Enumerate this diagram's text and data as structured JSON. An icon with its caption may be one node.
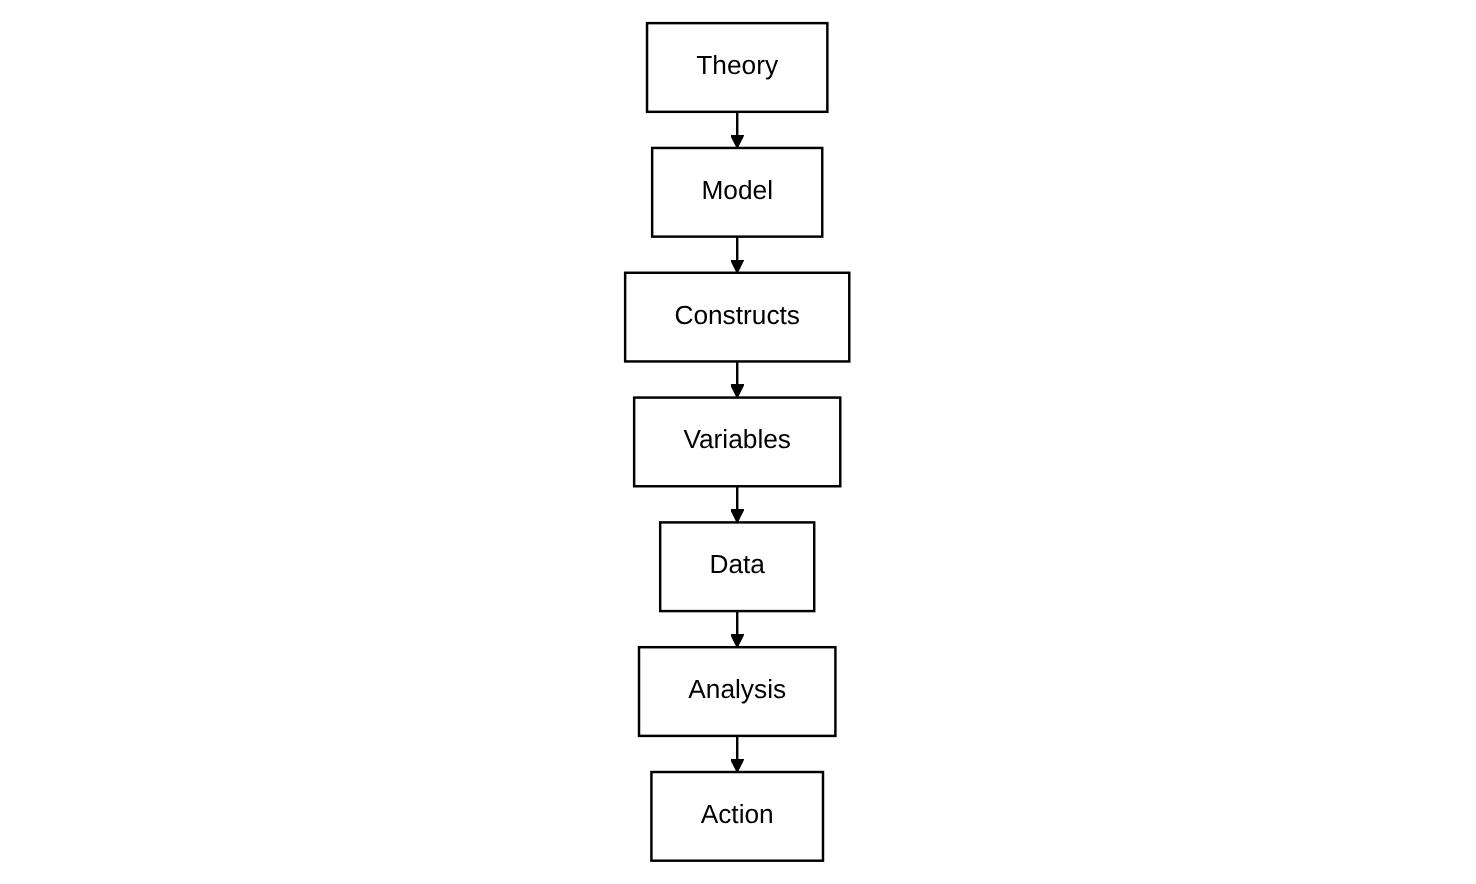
{
  "diagram": {
    "nodes": [
      {
        "text": [
          "Theory"
        ]
      },
      {
        "text": [
          "Model"
        ]
      },
      {
        "text": [
          "Constructs"
        ]
      },
      {
        "text": [
          "Variables"
        ]
      },
      {
        "text": [
          "Data"
        ]
      },
      {
        "text": [
          "Analysis"
        ]
      },
      {
        "text": [
          "Action"
        ]
      }
    ],
    "edges": [
      {
        "from": 0,
        "to": 1,
        "arrow": "to"
      },
      {
        "from": 1,
        "to": 2,
        "arrow": "to"
      },
      {
        "from": 2,
        "to": 3,
        "arrow": "to"
      },
      {
        "from": 3,
        "to": 4,
        "arrow": "to"
      },
      {
        "from": 4,
        "to": 5,
        "arrow": "to"
      },
      {
        "from": 5,
        "to": 6,
        "arrow": "to"
      }
    ]
  }
}
